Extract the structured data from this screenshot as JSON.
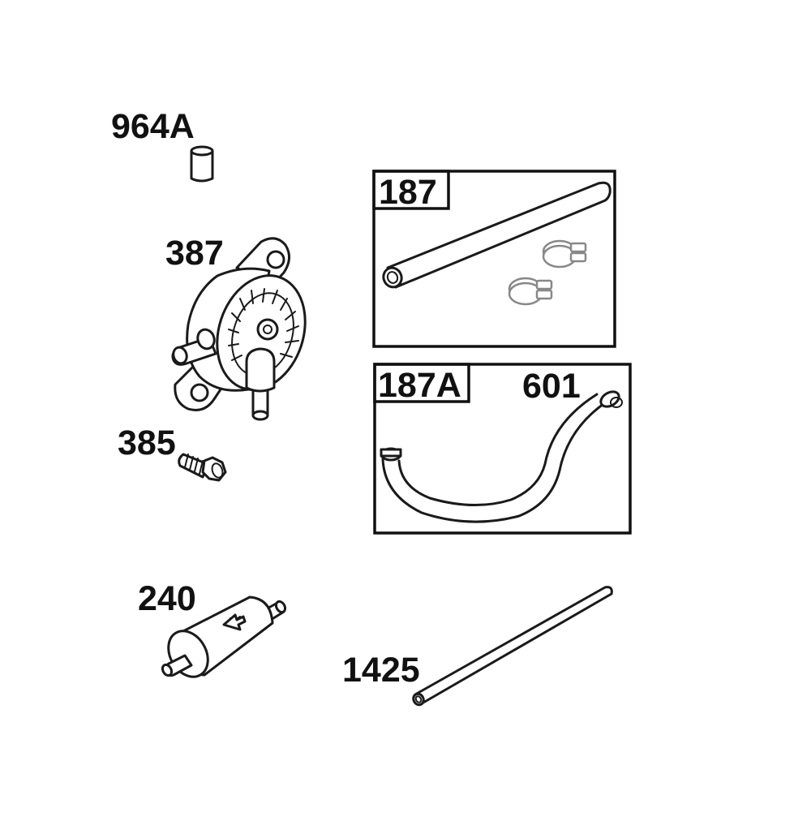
{
  "parts": {
    "p964a": "964A",
    "p387": "387",
    "p385": "385",
    "p187": "187",
    "p187a": "187A",
    "p601": "601",
    "p240": "240",
    "p1425": "1425"
  }
}
